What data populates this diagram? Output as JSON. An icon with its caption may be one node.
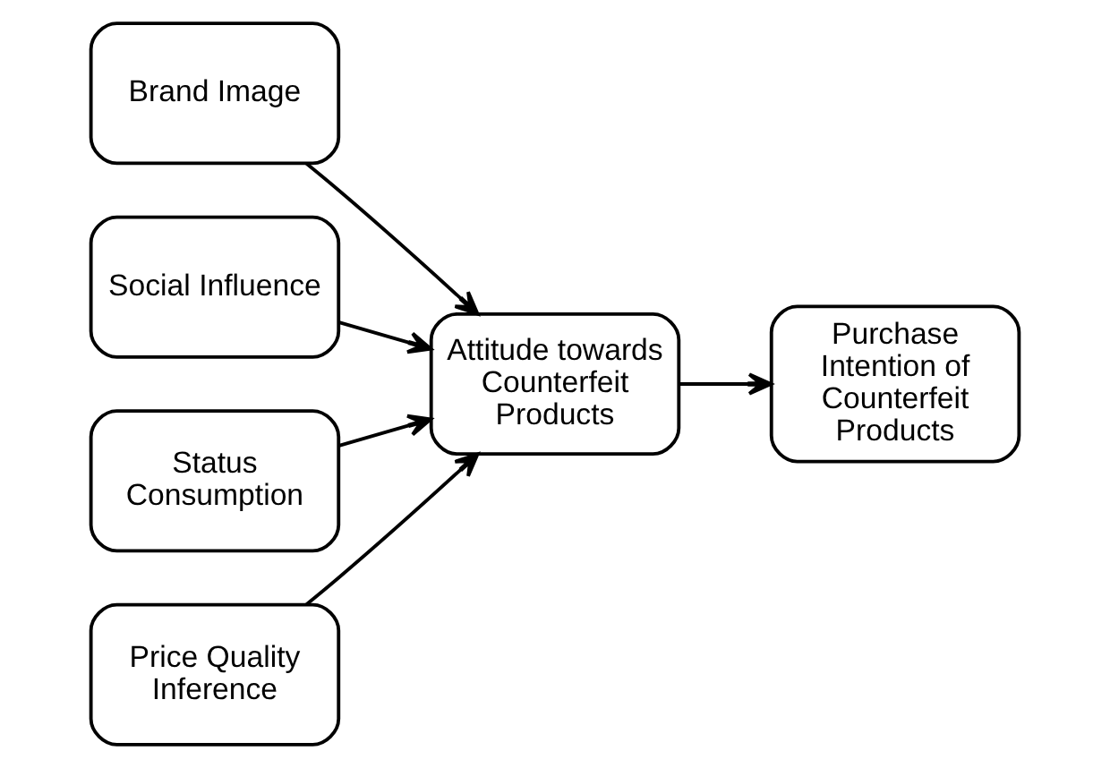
{
  "diagram": {
    "nodes": [
      {
        "text": [
          "Brand Image"
        ]
      },
      {
        "text": [
          "Social Influence"
        ]
      },
      {
        "text": [
          "Status Consumption"
        ]
      },
      {
        "text": [
          "Price Quality Inference"
        ]
      },
      {
        "text": [
          "Attitude towards Counterfeit Products"
        ]
      },
      {
        "text": [
          "Purchase Intention of Counterfeit Products"
        ]
      }
    ],
    "edges": [
      {
        "from": 0,
        "to": 4,
        "arrow": "to"
      },
      {
        "from": 1,
        "to": 4,
        "arrow": "to"
      },
      {
        "from": 2,
        "to": 4,
        "arrow": "to"
      },
      {
        "from": 3,
        "to": 4,
        "arrow": "to"
      },
      {
        "from": 4,
        "to": 5,
        "arrow": "to"
      }
    ]
  }
}
